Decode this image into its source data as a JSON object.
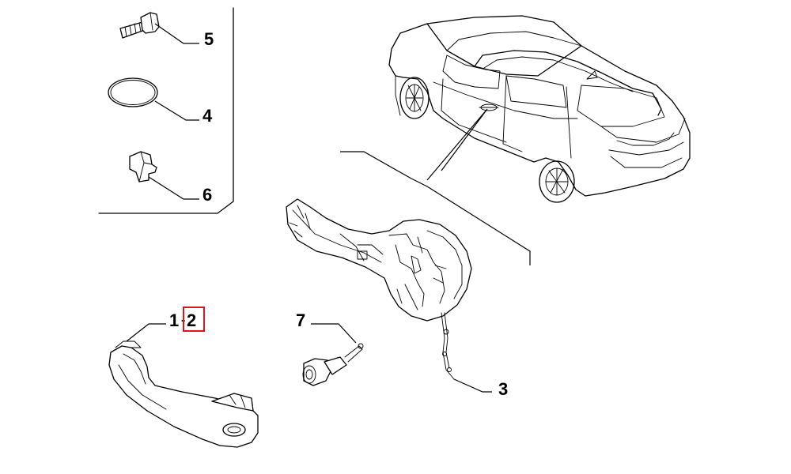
{
  "callouts": {
    "c5": "5",
    "c4": "4",
    "c6": "6",
    "c1": "1",
    "c2": "2",
    "c7": "7",
    "c3": "3"
  },
  "colors": {
    "linework": "#000000",
    "highlight_box": "#e0141b",
    "background": "#ffffff"
  }
}
